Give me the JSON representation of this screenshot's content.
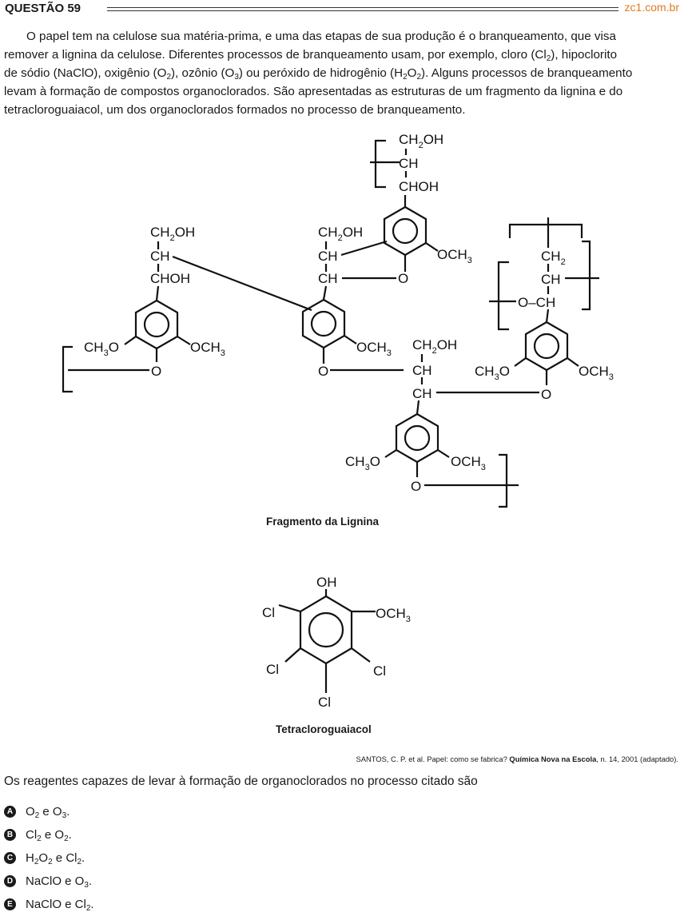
{
  "header": {
    "title": "QUESTÃO 59",
    "site": "zc1.com.br"
  },
  "intro": {
    "line1": "O papel tem na celulose sua matéria-prima, e uma das etapas de sua produção é o branqueamento, que visa",
    "line2": "remover a lignina da celulose. Diferentes processos de branqueamento usam, por exemplo, cloro (Cl",
    "line2_sub": "2",
    "line2_end": "), hipoclorito",
    "line3a": "de sódio (NaClO), oxigênio (O",
    "line3b": "), ozônio (O",
    "line3c": ") ou peróxido de hidrogênio (H",
    "line3d": "O",
    "line3e": "). Alguns processos de branqueamento",
    "sub2": "2",
    "sub3": "3",
    "line4": "levam à formação de compostos organoclorados. São apresentadas as estruturas de um fragmento da lignina e do",
    "line5": "tetracloroguaiacol, um dos organoclorados formados no processo de branqueamento."
  },
  "figure": {
    "lignin_caption": "Fragmento da Lignina",
    "tcg_caption": "Tetracloroguaiacol",
    "labels": {
      "ch2oh": "CH",
      "two": "2",
      "oh": "OH",
      "ch": "CH",
      "choh": "CHOH",
      "o": "O",
      "och3": "OCH",
      "three": "3",
      "ch3o_a": "CH",
      "ch3o_b": "O",
      "o_ch": "O–CH",
      "cl": "Cl",
      "ch2": "CH"
    }
  },
  "source": {
    "pre": "SANTOS, C. P. et al. Papel: como se fabrica? ",
    "journal": "Química Nova na Escola",
    "post": ", n. 14, 2001 (adaptado)."
  },
  "question": "Os reagentes capazes de levar à formação de organoclorados no processo citado são",
  "options": [
    {
      "letter": "A",
      "p1": "O",
      "s1": "2",
      "mid": " e O",
      "s2": "3",
      "end": "."
    },
    {
      "letter": "B",
      "p1": "Cl",
      "s1": "2",
      "mid": " e O",
      "s2": "2",
      "end": "."
    },
    {
      "letter": "C",
      "p1": "H",
      "s1": "2",
      "mid": "O",
      "s2": "2",
      "end": " e Cl",
      "s3": "2",
      "end2": "."
    },
    {
      "letter": "D",
      "p1": "NaClO e O",
      "s1": "3",
      "mid": ".",
      "s2": "",
      "end": ""
    },
    {
      "letter": "E",
      "p1": "NaClO e Cl",
      "s1": "2",
      "mid": ".",
      "s2": "",
      "end": ""
    }
  ]
}
